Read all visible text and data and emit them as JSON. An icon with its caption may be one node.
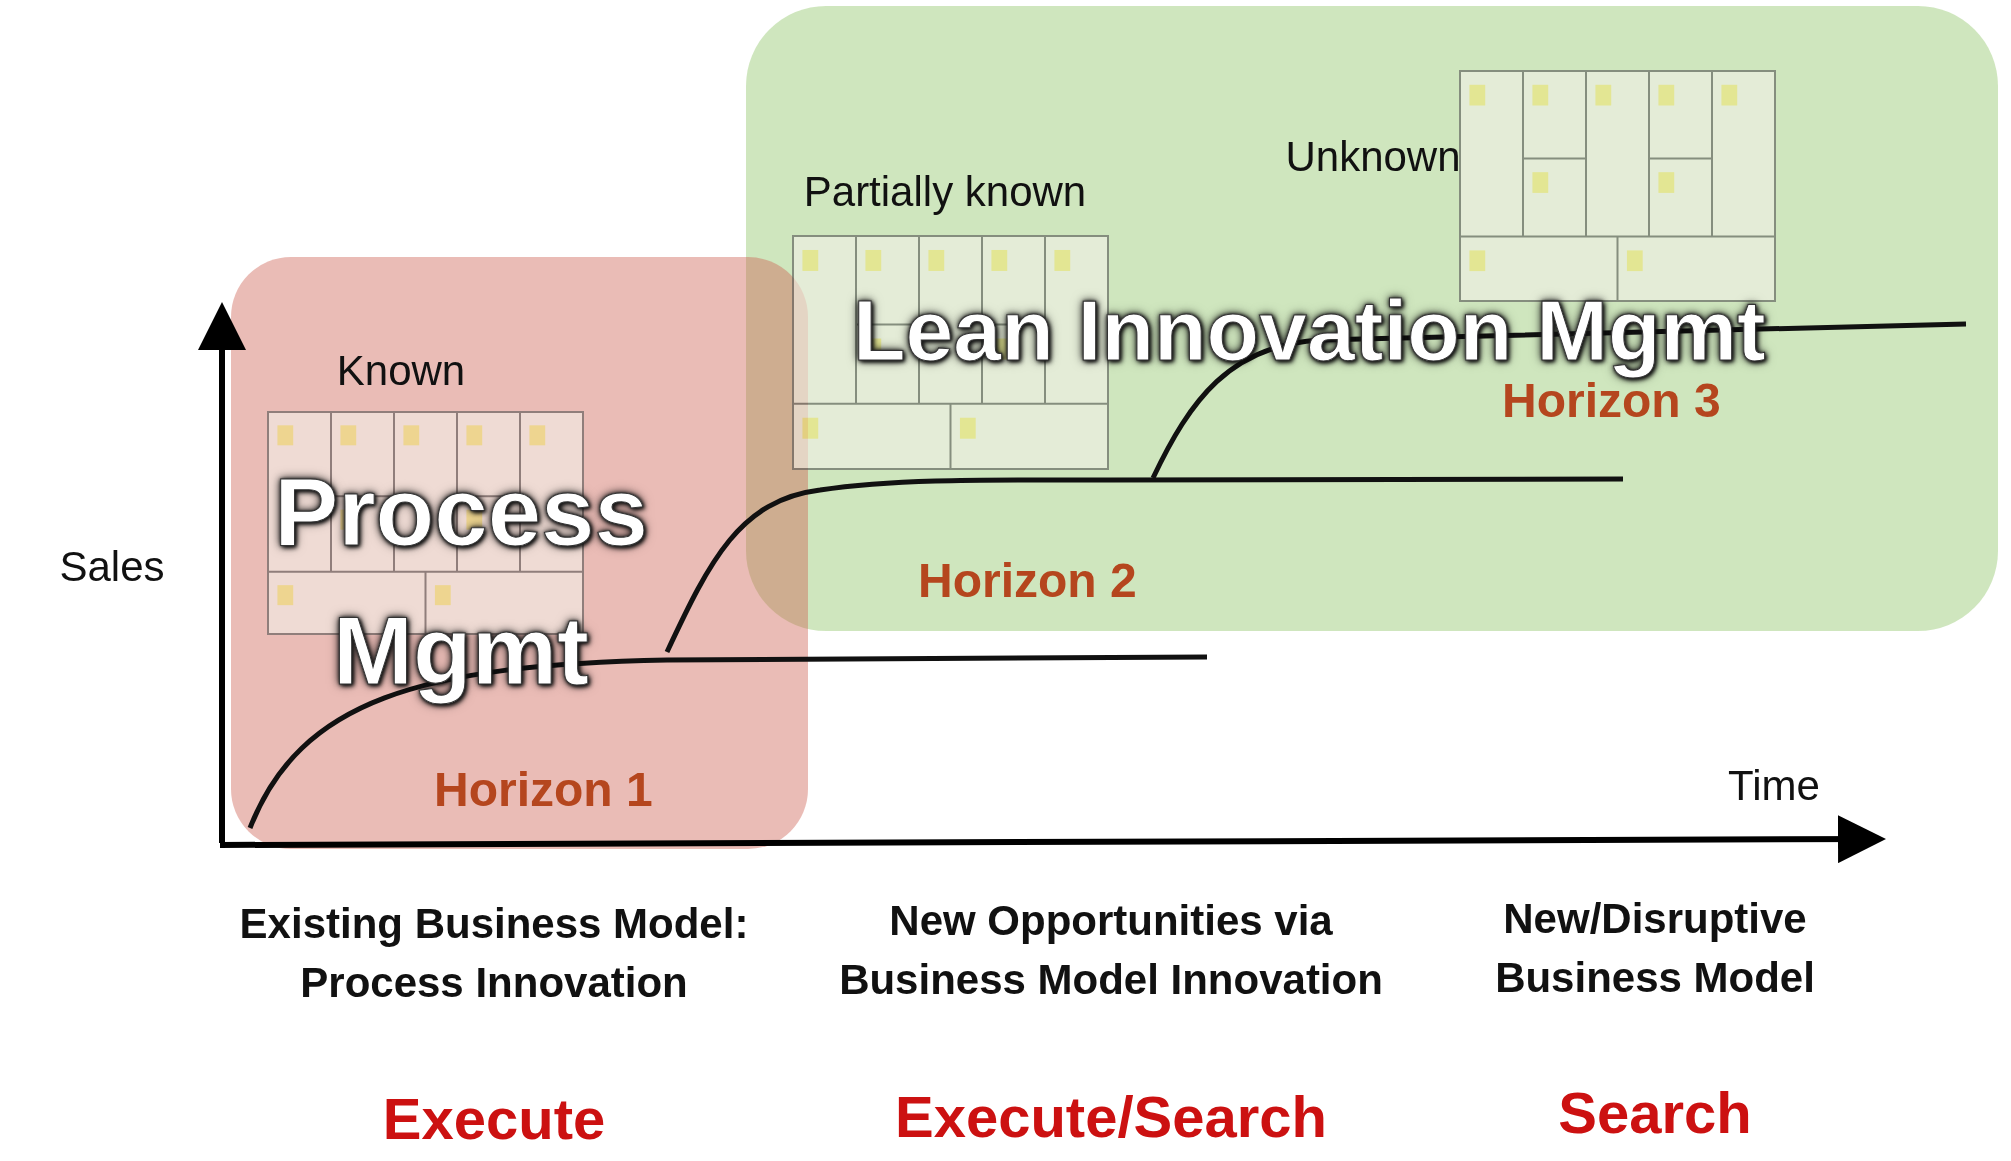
{
  "diagram": {
    "nodes": [
      {
        "text": [
          "Lean Innovation Mgmt",
          "Horizon 2",
          "Horizon 3"
        ]
      },
      {
        "text": [
          "Process Mgmt",
          "Horizon 1"
        ]
      }
    ],
    "labels": [
      "Unknown",
      "Partially known",
      "Known",
      "Sales",
      "Time",
      "Existing Business Model: Process Innovation",
      "New Opportunities via Business Model Innovation",
      "New/Disruptive Business Model",
      "Execute",
      "Execute/Search",
      "Search"
    ]
  }
}
